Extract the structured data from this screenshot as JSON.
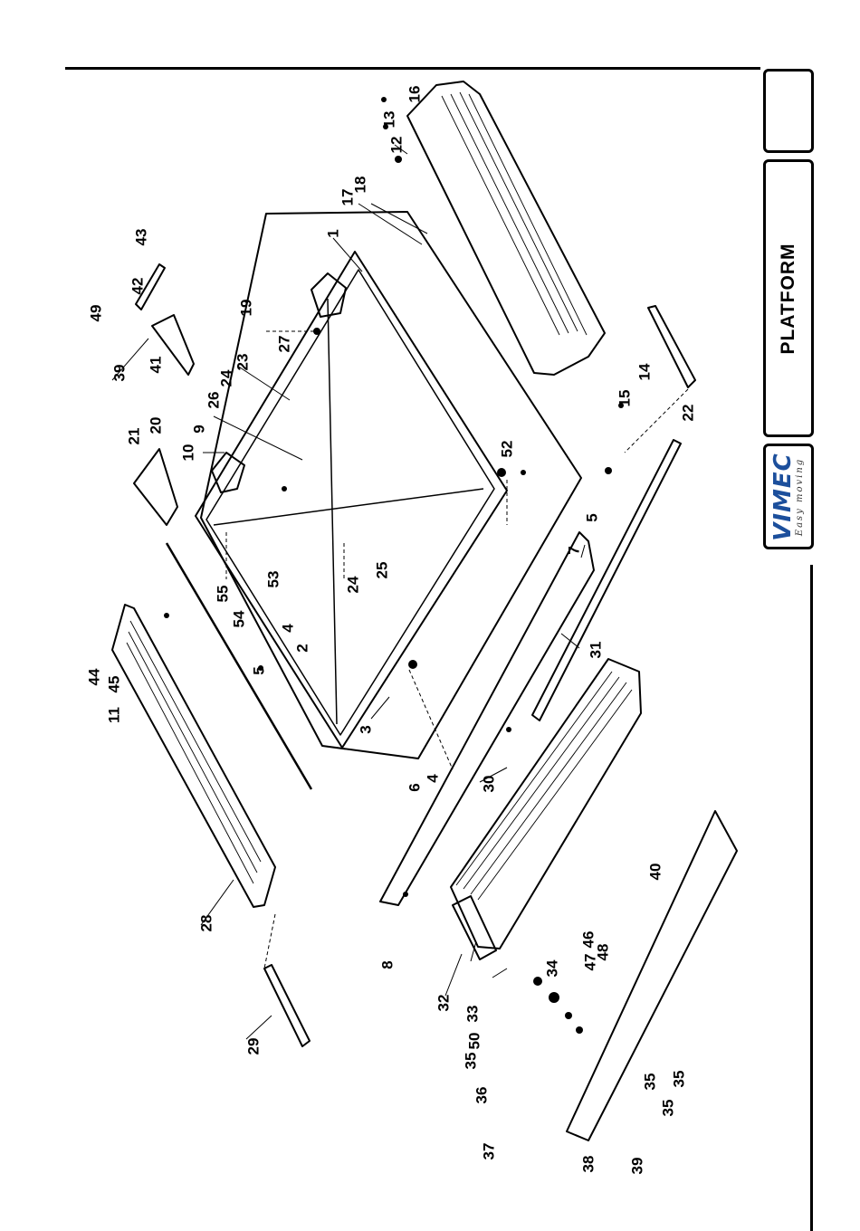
{
  "title": "PLATFORM",
  "logo": {
    "brand": "VIMEC",
    "tagline": "Easy moving"
  },
  "callouts": [
    "1",
    "2",
    "3",
    "4",
    "4",
    "5",
    "5",
    "6",
    "7",
    "8",
    "9",
    "10",
    "11",
    "12",
    "13",
    "14",
    "15",
    "16",
    "17",
    "18",
    "19",
    "20",
    "21",
    "22",
    "23",
    "24",
    "24",
    "25",
    "26",
    "27",
    "28",
    "29",
    "30",
    "31",
    "32",
    "33",
    "34",
    "35",
    "35",
    "35",
    "35",
    "36",
    "37",
    "38",
    "39",
    "39",
    "40",
    "41",
    "42",
    "43",
    "44",
    "45",
    "46",
    "47",
    "48",
    "49",
    "50",
    "52",
    "53",
    "54",
    "55"
  ]
}
